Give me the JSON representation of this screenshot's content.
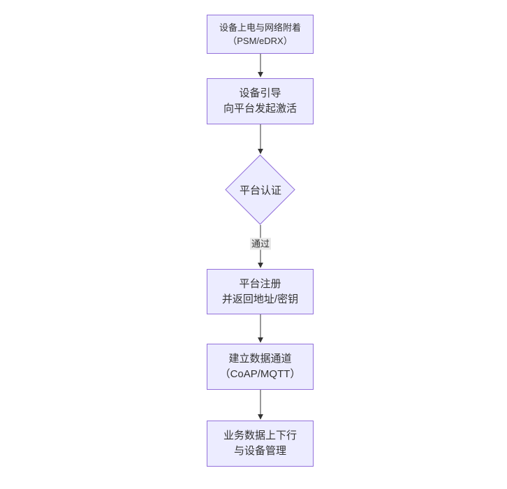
{
  "flowchart": {
    "background": "#ffffff",
    "node_fill": "#ECECFF",
    "node_border": "#9370DB",
    "text_color": "#333333",
    "edge_color": "#333333",
    "edge_label_bg": "#e8e8e8",
    "nodes": [
      {
        "id": "power-on-attach",
        "shape": "rect",
        "lines": [
          "设备上电与网络附着",
          "（PSM/eDRX）"
        ]
      },
      {
        "id": "device-bootstrap",
        "shape": "rect",
        "lines": [
          "设备引导",
          "向平台发起激活"
        ]
      },
      {
        "id": "platform-auth",
        "shape": "diamond",
        "lines": [
          "平台认证"
        ]
      },
      {
        "id": "platform-register",
        "shape": "rect",
        "lines": [
          "平台注册",
          "并返回地址/密钥"
        ]
      },
      {
        "id": "data-channel",
        "shape": "rect",
        "lines": [
          "建立数据通道",
          "（CoAP/MQTT）"
        ]
      },
      {
        "id": "business-data",
        "shape": "rect",
        "lines": [
          "业务数据上下行",
          "与设备管理"
        ]
      }
    ],
    "edges": [
      {
        "from": "power-on-attach",
        "to": "device-bootstrap",
        "label": ""
      },
      {
        "from": "device-bootstrap",
        "to": "platform-auth",
        "label": ""
      },
      {
        "from": "platform-auth",
        "to": "platform-register",
        "label": "通过"
      },
      {
        "from": "platform-register",
        "to": "data-channel",
        "label": ""
      },
      {
        "from": "data-channel",
        "to": "business-data",
        "label": ""
      }
    ]
  }
}
